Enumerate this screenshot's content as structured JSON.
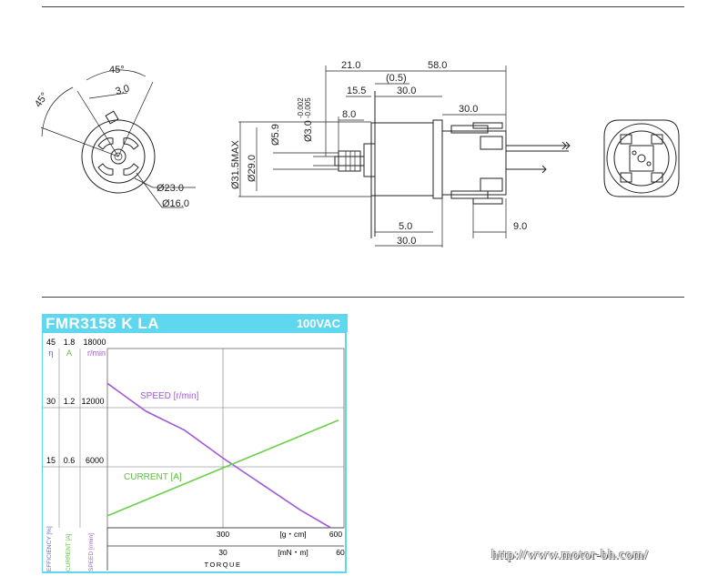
{
  "drawing": {
    "front_view": {
      "angle_top": "45°",
      "angle_left": "45°",
      "dim_3": "3.0",
      "dim_dia_outer": "Ø23.0",
      "dim_dia_inner": "Ø16.0"
    },
    "side_view": {
      "dim_21": "21.0",
      "dim_58": "58.0",
      "dim_05": "(0.5)",
      "dim_155": "15.5",
      "dim_30_top": "30.0",
      "dim_30_right": "30.0",
      "dim_80": "8.0",
      "dim_shaft": "Ø3.0",
      "dim_shaft_tol_upper": "-0.002",
      "dim_shaft_tol_lower": "-0.005",
      "dim_59": "Ø5.9",
      "dim_290": "Ø29.0",
      "dim_315": "Ø31.5MAX",
      "dim_50": "5.0",
      "dim_30_bottom": "30.0",
      "dim_90": "9.0"
    }
  },
  "chart": {
    "model": "FMR3158 K LA",
    "voltage": "100VAC",
    "scale_eff": [
      "45",
      "30",
      "15"
    ],
    "scale_cur": [
      "1.8",
      "1.2",
      "0.6"
    ],
    "scale_speed": [
      "18000",
      "12000",
      "6000"
    ],
    "unit_eta": "η",
    "unit_a": "A",
    "unit_rmin": "r/min",
    "label_speed": "SPEED [r/min]",
    "label_current": "CURRENT [A]",
    "x_gcm_ticks": [
      "300",
      "600"
    ],
    "x_gcm_unit": "[g・cm]",
    "x_mnm_ticks": [
      "30",
      "60"
    ],
    "x_mnm_unit": "[mN・m]",
    "x_title": "TORQUE",
    "axis_eff": "EFFICIENCY [%]",
    "axis_cur": "CURRENT [A]",
    "axis_speed": "SPEED [r/min]"
  },
  "chart_data": {
    "type": "line",
    "title": "FMR3158 K LA",
    "xlabel": "TORQUE",
    "xunits": [
      "g・cm",
      "mN・m"
    ],
    "xlim_gcm": [
      0,
      600
    ],
    "series": [
      {
        "name": "SPEED [r/min]",
        "color": "#a05ad8",
        "axis": "speed",
        "x": [
          0,
          100,
          200,
          300,
          400,
          500,
          580
        ],
        "y": [
          14500,
          11700,
          9800,
          7000,
          4400,
          1800,
          0
        ]
      },
      {
        "name": "CURRENT [A]",
        "color": "#6ad04a",
        "axis": "current",
        "x": [
          0,
          300,
          600
        ],
        "y": [
          0.12,
          0.6,
          1.08
        ]
      }
    ],
    "speed_range": [
      0,
      18000
    ],
    "current_range": [
      0,
      1.8
    ],
    "efficiency_range": [
      0,
      45
    ],
    "grid": true
  },
  "footer": {
    "url": "http://www.motor-bh.com/"
  }
}
